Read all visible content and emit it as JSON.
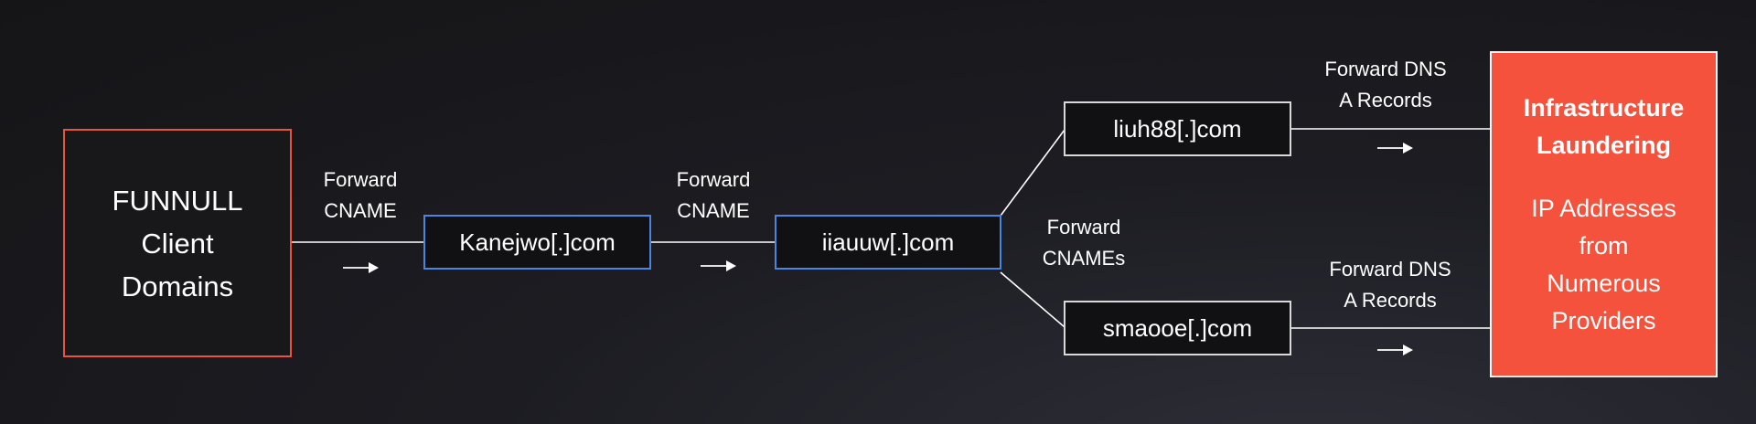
{
  "nodes": {
    "funnull": "FUNNULL\nClient\nDomains",
    "kanejwo": "Kanejwo[.]com",
    "iiauuw": "iiauuw[.]com",
    "liuh88": "liuh88[.]com",
    "smaooe": "smaooe[.]com",
    "infra_title": "Infrastructure\nLaundering",
    "infra_body": "IP Addresses\nfrom\nNumerous\nProviders"
  },
  "edges": {
    "funnull_to_kanejwo": "Forward\nCNAME",
    "kanejwo_to_iiauuw": "Forward\nCNAME",
    "iiauuw_to_branches": "Forward\nCNAMEs",
    "liuh88_to_infra": "Forward DNS\nA Records",
    "smaooe_to_infra": "Forward DNS\nA Records"
  },
  "colors": {
    "funnull_border": "#e8533c",
    "cname_node_border": "#4a86e0",
    "dns_node_border": "#d9d9d9",
    "infra_fill": "#f4523c"
  }
}
